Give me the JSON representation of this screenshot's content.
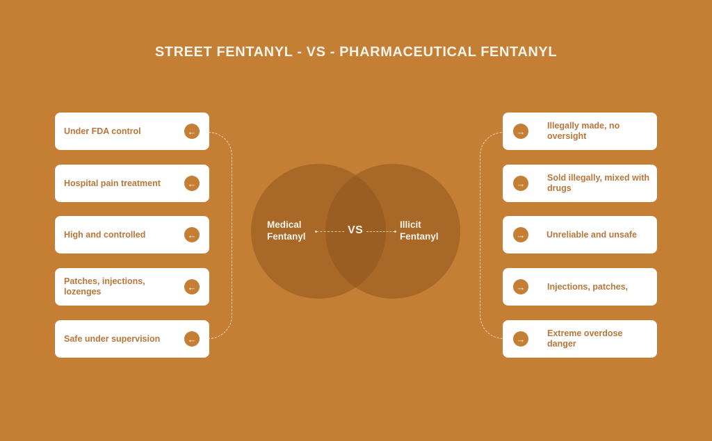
{
  "title": "STREET FENTANYL - VS - PHARMACEUTICAL FENTANYL",
  "colors": {
    "background": "#c47f35",
    "card": "#ffffff",
    "card_text": "#b9763a",
    "circle": "#a1652b",
    "title_text": "#fbf3ea"
  },
  "center": {
    "left_label": "Medical Fentanyl",
    "right_label": "Illicit Fentanyl",
    "vs": "VS"
  },
  "left_items": [
    {
      "text": "Under FDA control",
      "icon": "arrow-left-icon",
      "glyph": "←"
    },
    {
      "text": "Hospital pain treatment",
      "icon": "arrow-left-icon",
      "glyph": "←"
    },
    {
      "text": "High and controlled",
      "icon": "arrow-left-icon",
      "glyph": "←"
    },
    {
      "text": "Patches, injections, lozenges",
      "icon": "arrow-left-icon",
      "glyph": "←"
    },
    {
      "text": "Safe under supervision",
      "icon": "arrow-left-icon",
      "glyph": "←"
    }
  ],
  "right_items": [
    {
      "text": "Illegally made, no oversight",
      "icon": "arrow-right-icon",
      "glyph": "→"
    },
    {
      "text": "Sold illegally, mixed with drugs",
      "icon": "arrow-right-icon",
      "glyph": "→"
    },
    {
      "text": "Unreliable and unsafe",
      "icon": "arrow-right-icon",
      "glyph": "→"
    },
    {
      "text": "Injections, patches,",
      "icon": "arrow-right-icon",
      "glyph": "→"
    },
    {
      "text": "Extreme overdose danger",
      "icon": "arrow-right-icon",
      "glyph": "→"
    }
  ]
}
